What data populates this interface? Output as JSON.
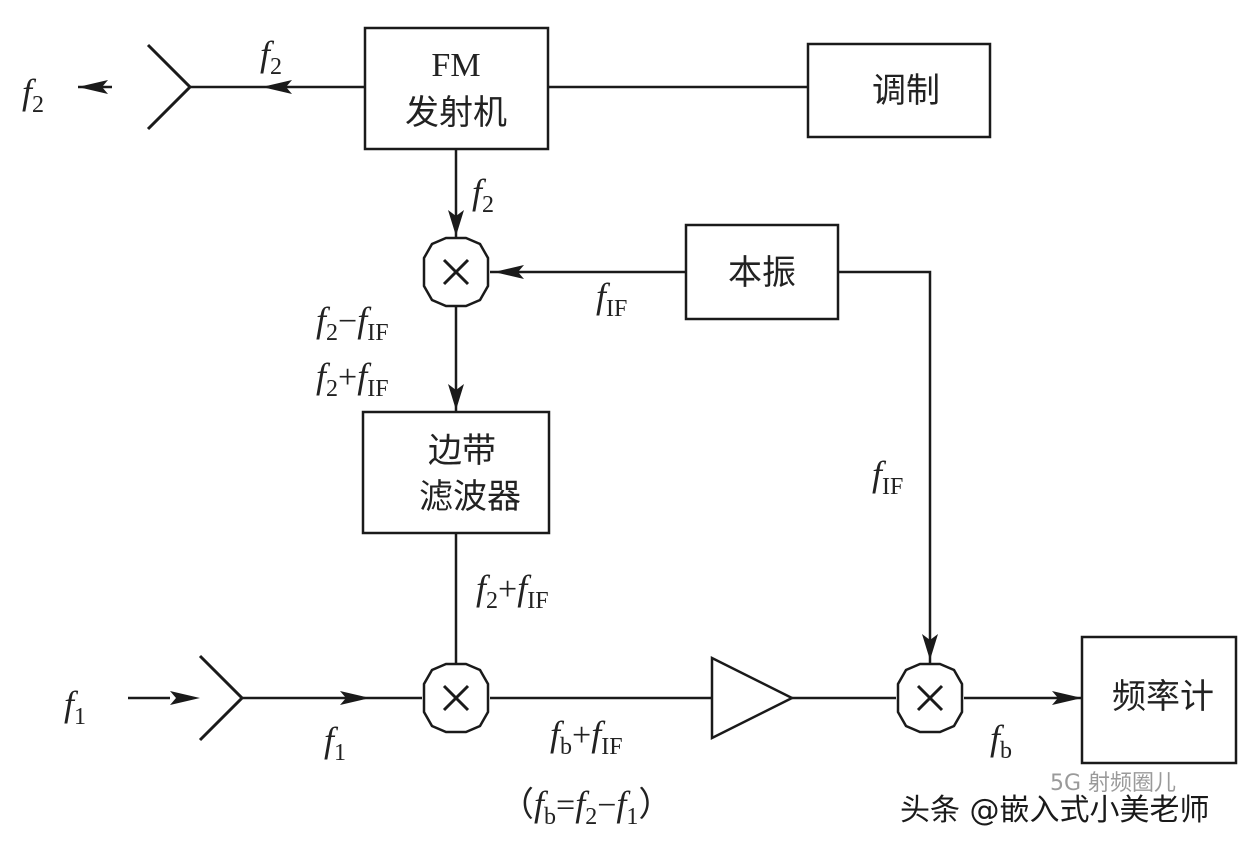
{
  "blocks": {
    "fm_tx_line1": "FM",
    "fm_tx_line2": "发射机",
    "modulation": "调制",
    "lo": "本振",
    "sb_filter_line1": "边带",
    "sb_filter_line2": "滤波器",
    "freq_counter": "频率计"
  },
  "symbols": {
    "f": "f",
    "sub_1": "1",
    "sub_2": "2",
    "sub_IF": "IF",
    "sub_b": "b",
    "minus": "−",
    "plus": "+",
    "equals": "=",
    "lparen": "（",
    "rparen": "）"
  },
  "watermark": {
    "faint": "5G 射频圈儿",
    "main": "头条 @嵌入式小美老师"
  }
}
